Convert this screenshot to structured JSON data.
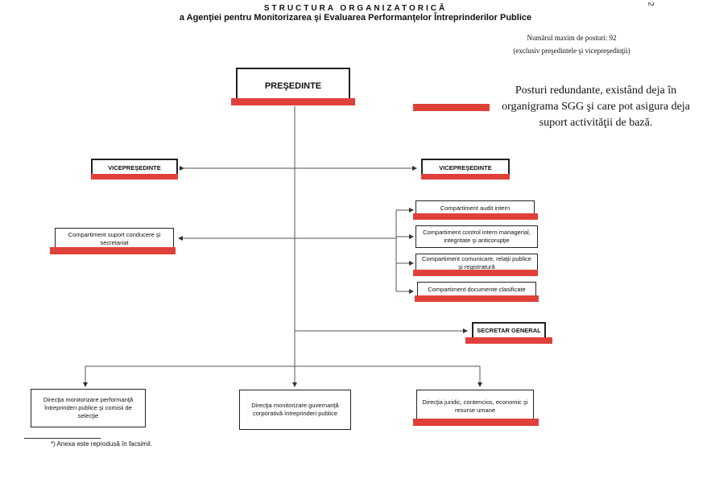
{
  "header": {
    "title_line1": "STRUCTURA ORGANIZATORICĂ",
    "title_line2": "a Agenţiei pentru Monitorizarea şi Evaluarea Performanţelor Întreprinderilor Publice",
    "page_number": "2",
    "max_posts": "Numărul maxim de posturi: 92",
    "max_posts_note": "(exclusiv preşedintele şi vicepreşedinţii)"
  },
  "legend": {
    "text": "Posturi redundante, existând deja în organigrama SGG şi care pot asigura deja suport activităţii de bază.",
    "color": "#e0403a"
  },
  "nodes": {
    "president": "PREŞEDINTE",
    "vp_left": "VICEPREŞEDINTE",
    "vp_right": "VICEPREŞEDINTE",
    "support": "Compartiment suport conducere şi secretariat",
    "audit": "Compartiment audit intern",
    "control": "Compartiment control intern managerial, integritate şi anticorupţie",
    "communication": "Compartiment comunicare, relaţii publice şi registratură",
    "documents": "Compartiment documente clasificate",
    "secretary": "SECRETAR GENERAL",
    "dir_performance": "Direcţia monitorizare performanţă întreprinderi publice şi comisii de selecţie",
    "dir_governance": "Direcţia monitorizare guvernanţă corporativă întreprinderi publice",
    "dir_legal": "Direcţia juridic, contencios, economic şi resurse umane"
  },
  "footnote": "*) Anexa este reprodusă în facsimil."
}
